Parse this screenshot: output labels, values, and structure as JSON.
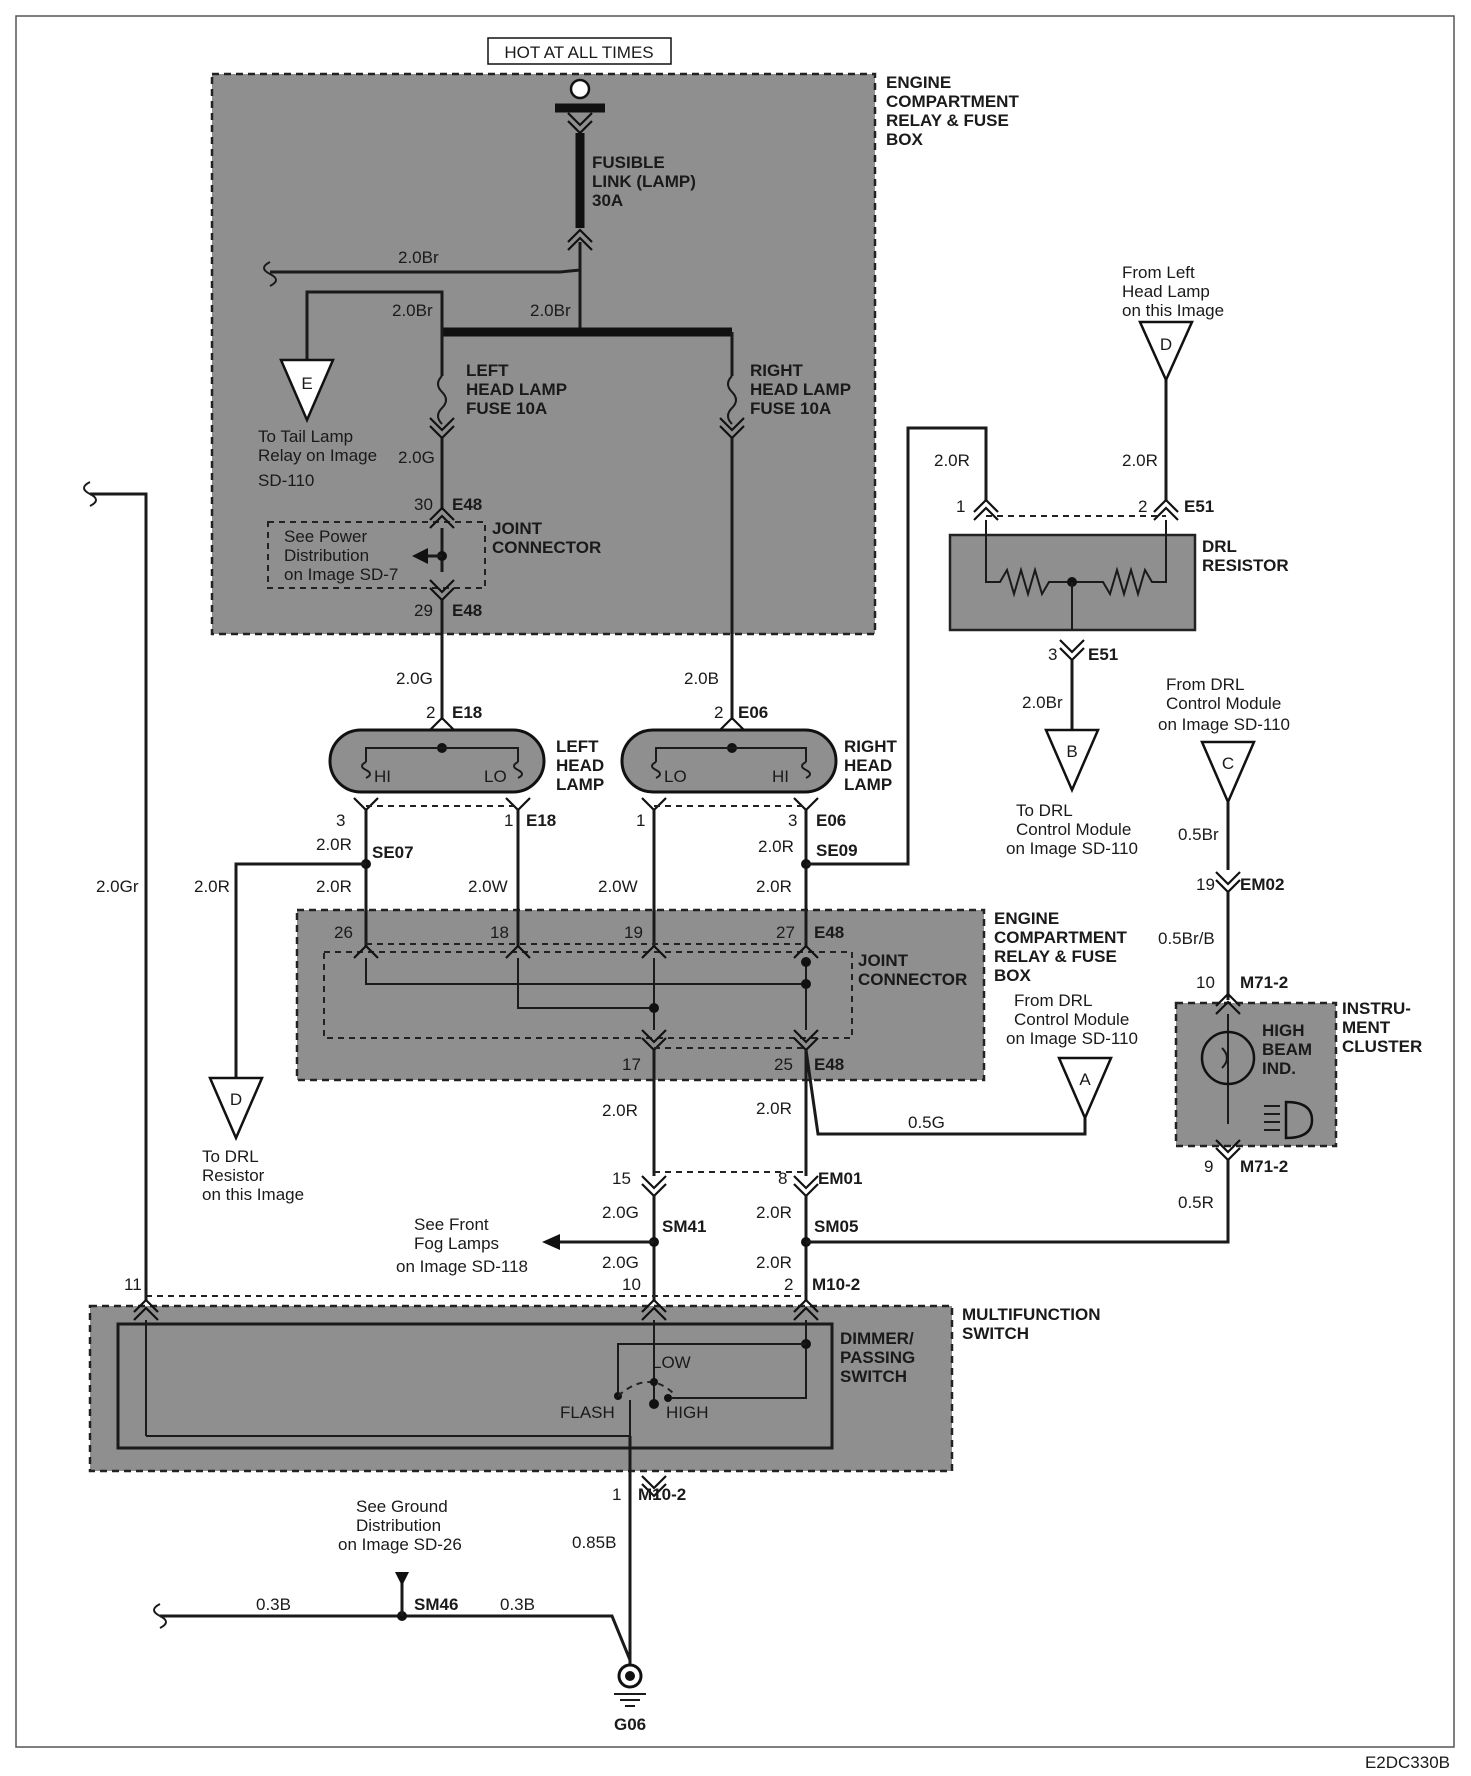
{
  "code": "E2DC330B",
  "hot": "HOT AT ALL TIMES",
  "ecrfb1": [
    "ENGINE",
    "COMPARTMENT",
    "RELAY & FUSE",
    "BOX"
  ],
  "ecrfb2": [
    "ENGINE",
    "COMPARTMENT",
    "RELAY & FUSE",
    "BOX"
  ],
  "fusible": [
    "FUSIBLE",
    "LINK (LAMP)",
    "30A"
  ],
  "lhfuse": [
    "LEFT",
    "HEAD LAMP",
    "FUSE 10A"
  ],
  "rhfuse": [
    "RIGHT",
    "HEAD LAMP",
    "FUSE 10A"
  ],
  "jc1": [
    "JOINT",
    "CONNECTOR"
  ],
  "jc2": [
    "JOINT",
    "CONNECTOR"
  ],
  "powerdist": [
    "See Power",
    "Distribution",
    "on Image SD-7"
  ],
  "taillamp": [
    "To Tail Lamp",
    "Relay on Image",
    "SD-110"
  ],
  "fromlefthl": [
    "From Left",
    "Head Lamp",
    "on this Image"
  ],
  "drlres": [
    "DRL",
    "RESISTOR"
  ],
  "todrlcm": [
    "To DRL",
    "Control Module",
    "on Image SD-110"
  ],
  "fromdrlc": [
    "From DRL",
    "Control Module",
    "on Image SD-110"
  ],
  "fromdrla": [
    "From DRL",
    "Control Module",
    "on Image SD-110"
  ],
  "todrlres": [
    "To DRL",
    "Resistor",
    "on this Image"
  ],
  "lhl": [
    "LEFT",
    "HEAD",
    "LAMP"
  ],
  "rhl": [
    "RIGHT",
    "HEAD",
    "LAMP"
  ],
  "hi": "HI",
  "lo": "LO",
  "cluster": [
    "INSTRU-",
    "MENT",
    "CLUSTER"
  ],
  "hbi": [
    "HIGH",
    "BEAM",
    "IND."
  ],
  "multiswitch": [
    "MULTIFUNCTION",
    "SWITCH"
  ],
  "dimmer": [
    "DIMMER/",
    "PASSING",
    "SWITCH"
  ],
  "low": "LOW",
  "flash": "FLASH",
  "high": "HIGH",
  "fog": [
    "See Front",
    "Fog Lamps",
    "on Image SD-118"
  ],
  "gnddist": [
    "See Ground",
    "Distribution",
    "on Image SD-26"
  ],
  "g06": "G06",
  "refs": {
    "A": "A",
    "B": "B",
    "C": "C",
    "D": "D",
    "E": "E",
    "E48": "E48",
    "E18": "E18",
    "E06": "E06",
    "E51": "E51",
    "SE07": "SE07",
    "SE09": "SE09",
    "EM01": "EM01",
    "EM02": "EM02",
    "M71": "M71-2",
    "SM41": "SM41",
    "SM05": "SM05",
    "M10": "M10-2",
    "SM46": "SM46"
  },
  "pins": {
    "p30": "30",
    "p29": "29",
    "p1": "1",
    "p2": "2",
    "p3": "3",
    "p26": "26",
    "p18": "18",
    "p19": "19",
    "p27": "27",
    "p17": "17",
    "p25": "25",
    "p15": "15",
    "p8": "8",
    "p19b": "19",
    "p10": "10",
    "p9": "9",
    "p11": "11"
  },
  "wires": {
    "br": "2.0Br",
    "g": "2.0G",
    "b": "2.0B",
    "r": "2.0R",
    "gr": "2.0Gr",
    "w": "2.0W",
    "g05": "0.5G",
    "br05": "0.5Br",
    "brb05": "0.5Br/B",
    "r05": "0.5R",
    "b085": "0.85B",
    "b03": "0.3B"
  }
}
